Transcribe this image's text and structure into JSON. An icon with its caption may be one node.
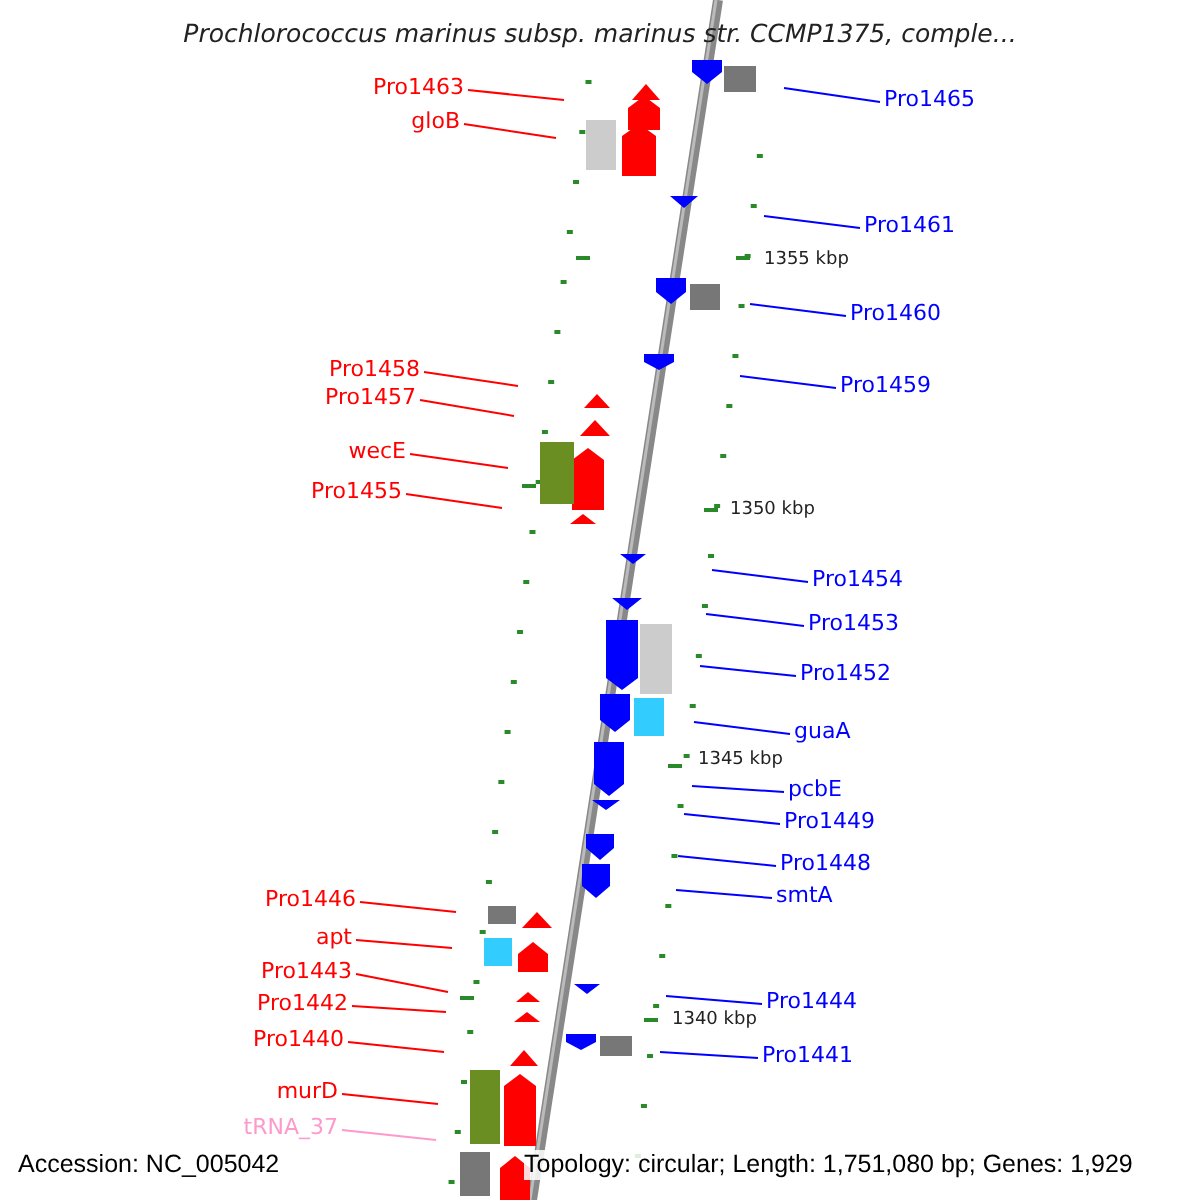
{
  "diagram": {
    "title": "Prochlorococcus marinus subsp. marinus str. CCMP1375, comple...",
    "nodes": [
      {
        "text": [
          "Pro1463"
        ]
      },
      {
        "text": [
          "gloB"
        ]
      },
      {
        "text": [
          "Pro1458"
        ]
      },
      {
        "text": [
          "Pro1457"
        ]
      },
      {
        "text": [
          "wecE"
        ]
      },
      {
        "text": [
          "Pro1455"
        ]
      },
      {
        "text": [
          "Pro1446"
        ]
      },
      {
        "text": [
          "apt"
        ]
      },
      {
        "text": [
          "Pro1443"
        ]
      },
      {
        "text": [
          "Pro1442"
        ]
      },
      {
        "text": [
          "Pro1440"
        ]
      },
      {
        "text": [
          "murD"
        ]
      },
      {
        "text": [
          "tRNA_37"
        ]
      },
      {
        "text": [
          "Pro1465"
        ]
      },
      {
        "text": [
          "Pro1461"
        ]
      },
      {
        "text": [
          "Pro1460"
        ]
      },
      {
        "text": [
          "Pro1459"
        ]
      },
      {
        "text": [
          "Pro1454"
        ]
      },
      {
        "text": [
          "Pro1453"
        ]
      },
      {
        "text": [
          "Pro1452"
        ]
      },
      {
        "text": [
          "guaA"
        ]
      },
      {
        "text": [
          "pcbE"
        ]
      },
      {
        "text": [
          "Pro1449"
        ]
      },
      {
        "text": [
          "Pro1448"
        ]
      },
      {
        "text": [
          "smtA"
        ]
      },
      {
        "text": [
          "Pro1444"
        ]
      },
      {
        "text": [
          "Pro1441"
        ]
      }
    ],
    "edges": [
      {
        "from": 0,
        "to": null,
        "arrow": "none",
        "color": "#ff0000"
      },
      {
        "from": 1,
        "to": null,
        "arrow": "none",
        "color": "#ff0000"
      },
      {
        "from": 2,
        "to": null,
        "arrow": "none",
        "color": "#ff0000"
      },
      {
        "from": 3,
        "to": null,
        "arrow": "none",
        "color": "#ff0000"
      },
      {
        "from": 4,
        "to": null,
        "arrow": "none",
        "color": "#ff0000"
      },
      {
        "from": 5,
        "to": null,
        "arrow": "none",
        "color": "#ff0000"
      },
      {
        "from": 6,
        "to": null,
        "arrow": "none",
        "color": "#ff0000"
      },
      {
        "from": 7,
        "to": null,
        "arrow": "none",
        "color": "#ff0000"
      },
      {
        "from": 8,
        "to": null,
        "arrow": "none",
        "color": "#ff0000"
      },
      {
        "from": 9,
        "to": null,
        "arrow": "none",
        "color": "#ff0000"
      },
      {
        "from": 10,
        "to": null,
        "arrow": "none",
        "color": "#ff0000"
      },
      {
        "from": 11,
        "to": null,
        "arrow": "none",
        "color": "#ff0000"
      },
      {
        "from": 12,
        "to": null,
        "arrow": "none",
        "color": "#ff99cc"
      },
      {
        "from": 13,
        "to": null,
        "arrow": "none"
      },
      {
        "from": 14,
        "to": null,
        "arrow": "none"
      },
      {
        "from": 15,
        "to": null,
        "arrow": "none"
      },
      {
        "from": 16,
        "to": null,
        "arrow": "none"
      },
      {
        "from": 17,
        "to": null,
        "arrow": "none"
      },
      {
        "from": 18,
        "to": null,
        "arrow": "none"
      },
      {
        "from": 19,
        "to": null,
        "arrow": "none"
      },
      {
        "from": 20,
        "to": null,
        "arrow": "none"
      },
      {
        "from": 21,
        "to": null,
        "arrow": "none"
      },
      {
        "from": 22,
        "to": null,
        "arrow": "none"
      },
      {
        "from": 23,
        "to": null,
        "arrow": "none"
      },
      {
        "from": 24,
        "to": null,
        "arrow": "none"
      },
      {
        "from": 25,
        "to": null,
        "arrow": "none"
      },
      {
        "from": 26,
        "to": null,
        "arrow": "none"
      }
    ],
    "labels": [
      "1355 kbp",
      "1350 kbp",
      "1345 kbp",
      "1340 kbp",
      "Accession: NC_005042",
      "Topology: circular; Length: 1,751,080 bp; Genes: 1,929"
    ]
  }
}
